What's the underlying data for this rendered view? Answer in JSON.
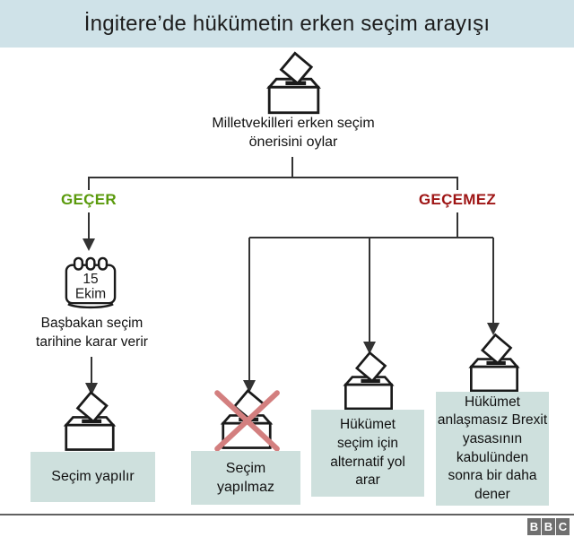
{
  "header": {
    "title": "İngitere’de hükümetin erken seçim arayışı"
  },
  "colors": {
    "header_bg": "#cfe2e8",
    "outcome_box_bg": "#cee0dd",
    "pass_green": "#5a9a0c",
    "fail_red": "#9e1414",
    "cross_red": "#d37f7f",
    "connector_line": "#333333",
    "footer_rule": "#616161",
    "bbc_gray": "#6f6f6f"
  },
  "flow": {
    "root_label": "Milletvekilleri erken seçim\nönerisini oylar",
    "pass": {
      "branch_label": "GEÇER",
      "calendar": {
        "day": "15",
        "month": "Ekim"
      },
      "step_label": "Başbakan seçim\ntarihine karar verir",
      "outcome_label": "Seçim yapılır"
    },
    "fail": {
      "branch_label": "GEÇEMEZ",
      "outcomes": [
        {
          "label": "Seçim\nyapılmaz"
        },
        {
          "label": "Hükümet\nseçim için\nalternatif yol\narar"
        },
        {
          "label": "Hükümet\nanlaşmasız Brexit\nyasasının\nkabulünden\nsonra bir daha\ndener"
        }
      ]
    }
  },
  "footer": {
    "logo_letters": [
      "B",
      "B",
      "C"
    ]
  }
}
